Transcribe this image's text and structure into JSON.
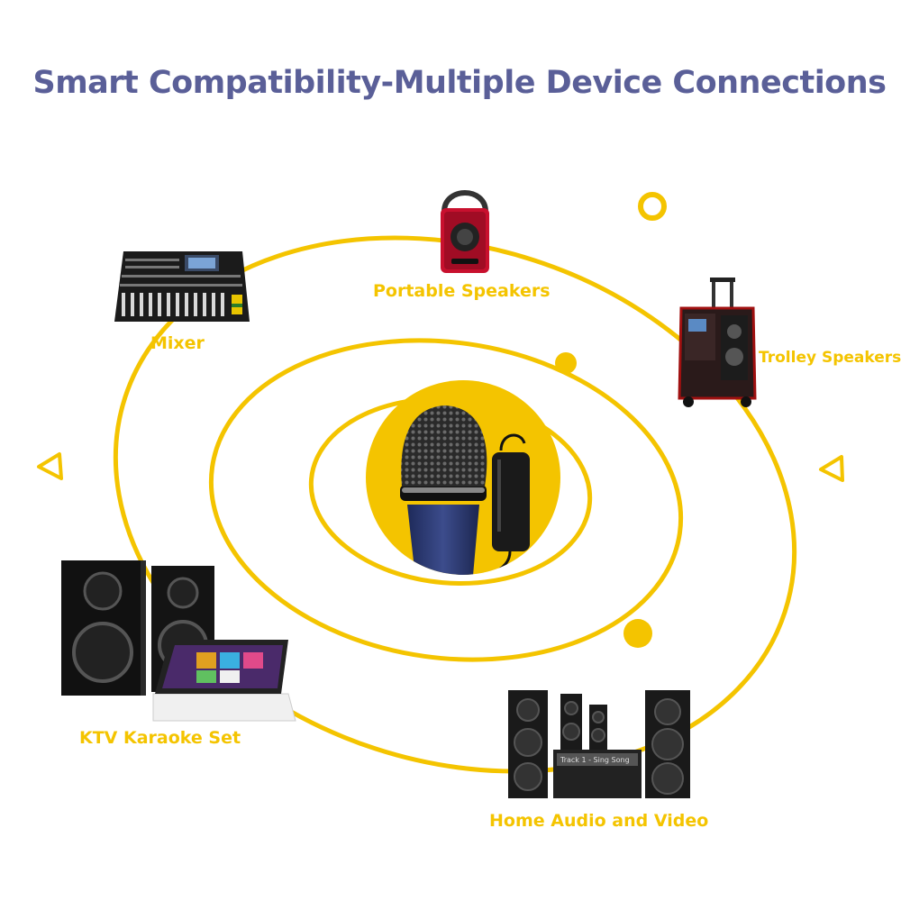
{
  "title": "Smart Compatibility-Multiple Device Connections",
  "colors": {
    "accent": "#f4c400",
    "title": "#5a5f98"
  },
  "center": {
    "name": "wireless-microphone",
    "icon": "microphone-icon"
  },
  "devices": [
    {
      "label": "Portable Speakers",
      "icon": "portable-speaker-icon"
    },
    {
      "label": "Mixer",
      "icon": "mixer-icon"
    },
    {
      "label": "Trolley Speakers",
      "icon": "trolley-speaker-icon"
    },
    {
      "label": "KTV Karaoke Set",
      "icon": "karaoke-set-icon"
    },
    {
      "label": "Home Audio and Video",
      "icon": "home-theater-icon"
    }
  ],
  "home_theater_screen_text": "Track 1 - Sing Song"
}
